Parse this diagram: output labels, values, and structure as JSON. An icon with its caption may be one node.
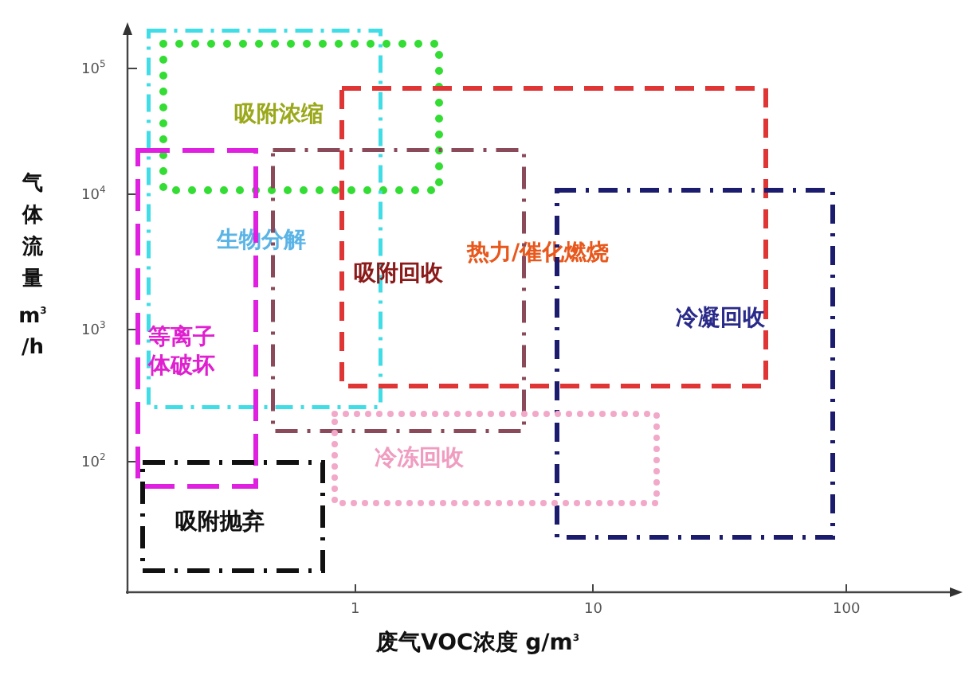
{
  "diagram": {
    "nodes": [
      {
        "text": [
          "吸附浓缩"
        ]
      },
      {
        "text": [
          "生物分解"
        ]
      },
      {
        "text": [
          "热力/催化燃烧"
        ]
      },
      {
        "text": [
          "吸附回收"
        ]
      },
      {
        "text": [
          "冷凝回收"
        ]
      },
      {
        "text": [
          "等离子体破坏"
        ]
      },
      {
        "text": [
          "冷冻回收"
        ]
      },
      {
        "text": [
          "吸附抛弃"
        ]
      }
    ],
    "labels": [
      "10$^{5}$",
      "10$^{4}$",
      "气体流量 m$^{3}$/h",
      "10$^{3}$",
      "10$^{2}$",
      "1",
      "10",
      "100",
      "废气VOC浓度 g/m$^{3}$"
    ]
  }
}
